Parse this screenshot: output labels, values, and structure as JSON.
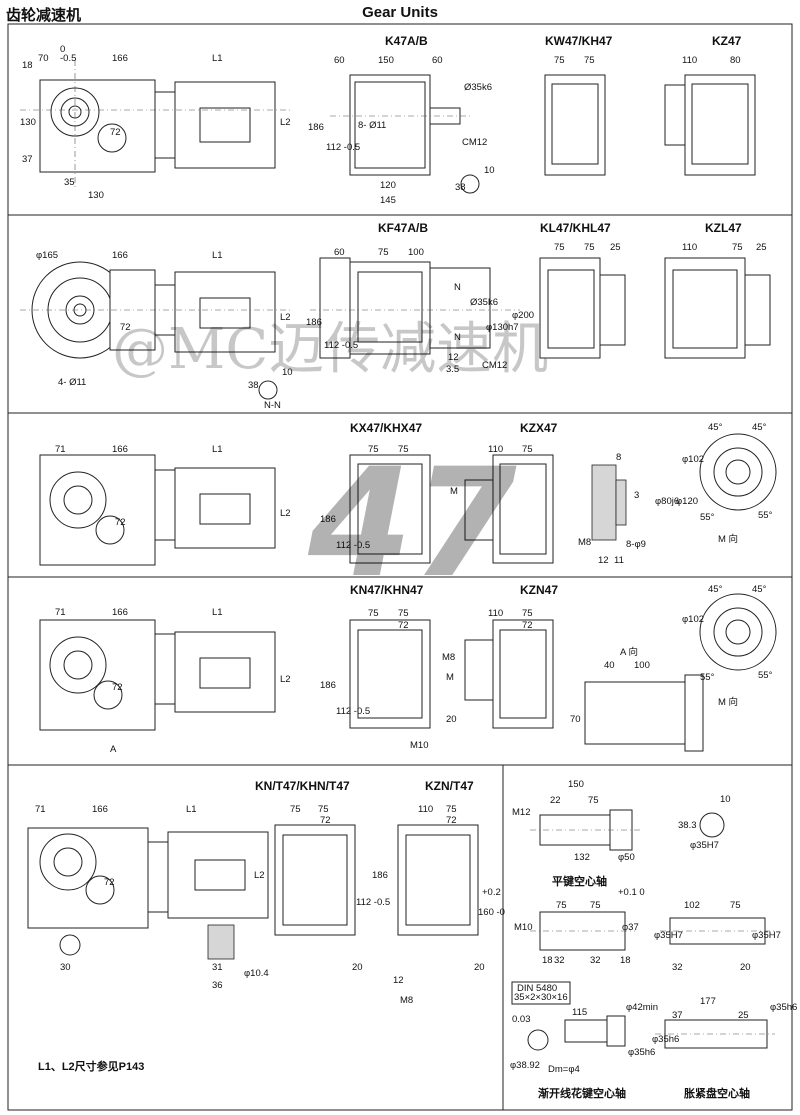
{
  "header": {
    "title_cn": "齿轮减速机",
    "title_en": "Gear Units"
  },
  "watermark": "@MC迈传减速机",
  "size_badge": "47",
  "sections": {
    "s1": {
      "titles": [
        "K47A/B",
        "KW47/KH47",
        "KZ47"
      ],
      "dims": [
        "18",
        "0",
        "70",
        "-0.5",
        "166",
        "L1",
        "130",
        "37",
        "72",
        "35",
        "130",
        "L2",
        "60",
        "150",
        "60",
        "186",
        "112 -0.5",
        "8- Ø11",
        "Ø35k6",
        "CM12",
        "120",
        "145",
        "38",
        "10",
        "75",
        "75",
        "110",
        "80"
      ]
    },
    "s2": {
      "titles": [
        "KF47A/B",
        "KL47/KHL47",
        "KZL47"
      ],
      "dims": [
        "φ165",
        "166",
        "L1",
        "72",
        "4- Ø11",
        "38",
        "10",
        "N-N",
        "L2",
        "60",
        "75",
        "100",
        "N",
        "N",
        "186",
        "112 -0.5",
        "Ø35k6",
        "φ130h7",
        "φ200",
        "12",
        "3.5",
        "CM12",
        "75",
        "75",
        "25",
        "110",
        "75",
        "25"
      ]
    },
    "s3": {
      "titles": [
        "KX47/KHX47",
        "KZX47"
      ],
      "dims": [
        "71",
        "166",
        "L1",
        "72",
        "L2",
        "75",
        "75",
        "186",
        "112 -0.5",
        "M",
        "110",
        "75",
        "8",
        "3",
        "φ80j6",
        "φ120",
        "M8",
        "8-φ9",
        "12",
        "11",
        "φ102",
        "45°",
        "45°",
        "55°",
        "55°",
        "M 向"
      ]
    },
    "s4": {
      "titles": [
        "KN47/KHN47",
        "KZN47"
      ],
      "dims": [
        "71",
        "166",
        "L1",
        "72",
        "L2",
        "A",
        "75",
        "75",
        "72",
        "M8",
        "186",
        "112 -0.5",
        "M",
        "M10",
        "20",
        "110",
        "75",
        "72",
        "A 向",
        "40",
        "100",
        "70",
        "φ102",
        "45°",
        "45°",
        "55°",
        "55°",
        "M 向"
      ]
    },
    "s5": {
      "titles": [
        "KN/T47/KHN/T47",
        "KZN/T47"
      ],
      "dims": [
        "71",
        "166",
        "L1",
        "72",
        "L2",
        "30",
        "31",
        "36",
        "φ10.4",
        "75",
        "75",
        "72",
        "186",
        "112 -0.5",
        "20",
        "110",
        "75",
        "72",
        "+0.2",
        "160 -0",
        "20",
        "12",
        "M8"
      ],
      "note": "L1、L2尺寸参见P143"
    },
    "s6": {
      "shaft1": {
        "caption": "平键空心轴",
        "dims": [
          "150",
          "22",
          "75",
          "M12",
          "φ50",
          "132",
          "10",
          "38.3",
          "φ35H7"
        ]
      },
      "shaft2": {
        "dims": [
          "75",
          "75",
          "M10",
          "φ37",
          "+0.1 0",
          "18",
          "32",
          "32",
          "18"
        ]
      },
      "shaft3": {
        "dims": [
          "102",
          "75",
          "φ35H7",
          "φ35H7",
          "32",
          "20"
        ]
      },
      "shaft4": {
        "caption": "渐开线花键空心轴",
        "spec1": "DIN 5480",
        "spec2": "35×2×30×16",
        "dims": [
          "115",
          "0.03",
          "φ42min",
          "φ35h6",
          "φ38.92",
          "Dm=φ4"
        ]
      },
      "shaft5": {
        "caption": "胀紧盘空心轴",
        "dims": [
          "177",
          "37",
          "25",
          "φ35h6",
          "φ35h6"
        ]
      }
    }
  }
}
